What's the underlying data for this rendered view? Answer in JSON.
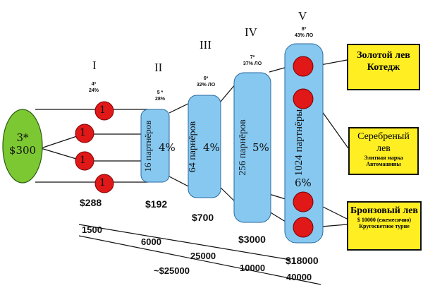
{
  "levels": [
    {
      "roman": "I",
      "rank": "4*",
      "percent": "24%"
    },
    {
      "roman": "II",
      "rank": "5 *",
      "percent": "28%"
    },
    {
      "roman": "III",
      "rank": "6*",
      "percent": "32% ЛО"
    },
    {
      "roman": "IV",
      "rank": "7*",
      "percent": "37% ЛО"
    },
    {
      "roman": "V",
      "rank": "8*",
      "percent": "43% ЛО"
    }
  ],
  "start": {
    "rank": "3*",
    "amount": "$300"
  },
  "circle_label": "1",
  "columns": [
    {
      "partners": "16 партнёров",
      "percent": "4%"
    },
    {
      "partners": "64 парнёров",
      "percent": "4%"
    },
    {
      "partners": "256 парнёров",
      "percent": "5%"
    },
    {
      "partners": "1024 партнёры",
      "percent": "6%"
    }
  ],
  "level_amounts": [
    "$288",
    "$192",
    "$700",
    "$3000",
    "$18000"
  ],
  "totals": [
    "1500",
    "6000",
    "25000",
    "~$25000",
    "10000",
    "40000"
  ],
  "rewards": [
    {
      "title": "Золотой лев Котедж",
      "sub": ""
    },
    {
      "title": "Серебреный лев",
      "sub": "Элитная марка Автомашины"
    },
    {
      "title": "Бронзовый лев",
      "sub": "$ 10000 (ежемесячно) Кругосветное турне"
    }
  ],
  "colors": {
    "circle_red": "#e01818",
    "start_green": "#7cc832",
    "column_blue": "#86c8f0",
    "reward_yellow": "#ffee22"
  }
}
